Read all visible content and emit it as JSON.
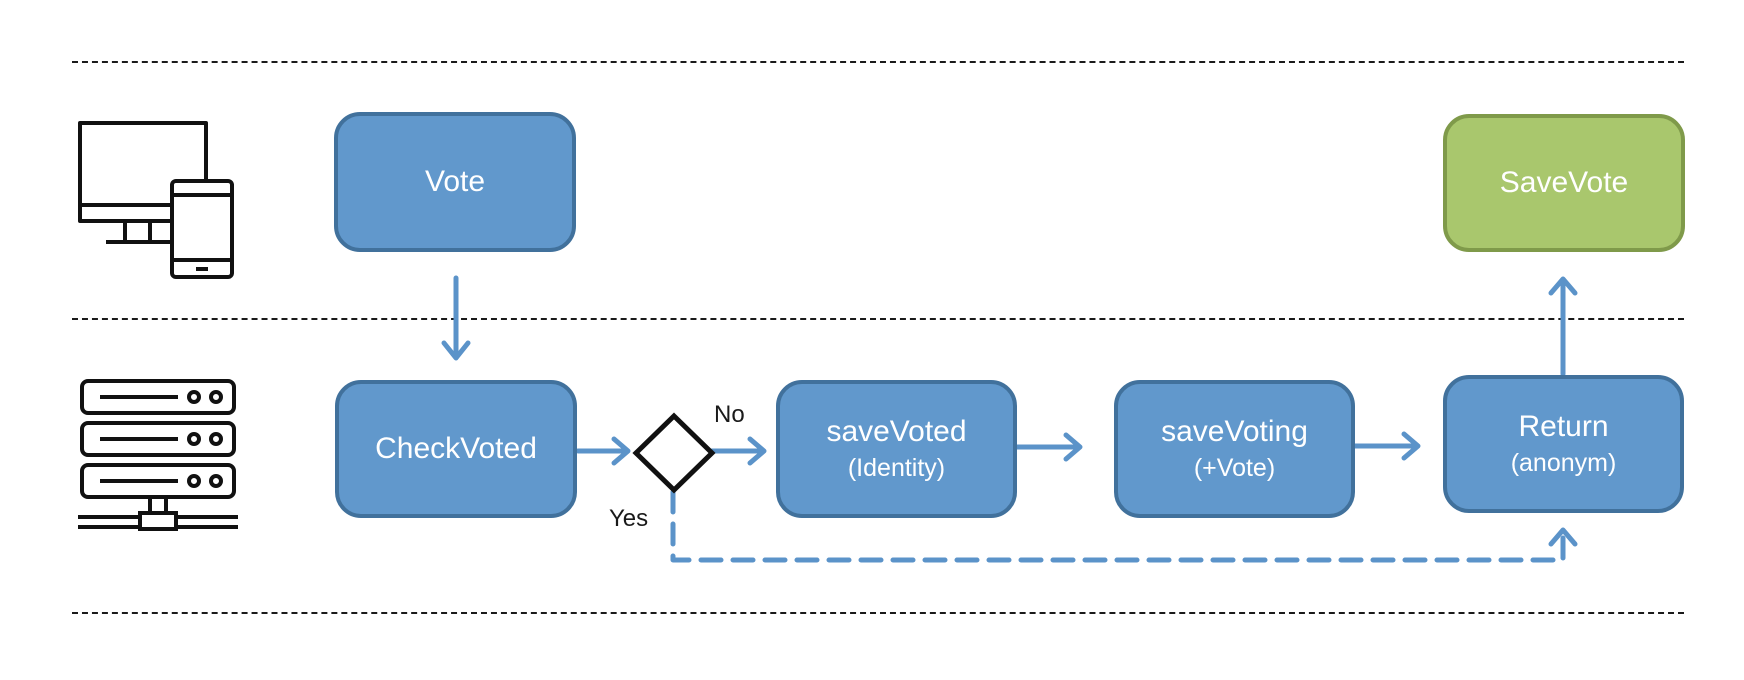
{
  "diagram": {
    "nodes": {
      "vote": {
        "label": "Vote"
      },
      "check_voted": {
        "label": "CheckVoted"
      },
      "save_voted": {
        "label": "saveVoted",
        "sub": "(Identity)"
      },
      "save_voting": {
        "label": "saveVoting",
        "sub": "(+Vote)"
      },
      "return": {
        "label": "Return",
        "sub": "(anonym)"
      },
      "save_vote": {
        "label": "SaveVote"
      }
    },
    "edge_labels": {
      "no": "No",
      "yes": "Yes"
    },
    "icons": {
      "client": "desktop-and-phone-icon",
      "server": "server-rack-icon"
    },
    "colors": {
      "node_fill": "#6198cc",
      "node_border": "#41719c",
      "final_fill": "#a9c76d",
      "final_border": "#7f9a4a",
      "arrow": "#5b93c9",
      "lane_line": "#1a1a1a"
    }
  }
}
